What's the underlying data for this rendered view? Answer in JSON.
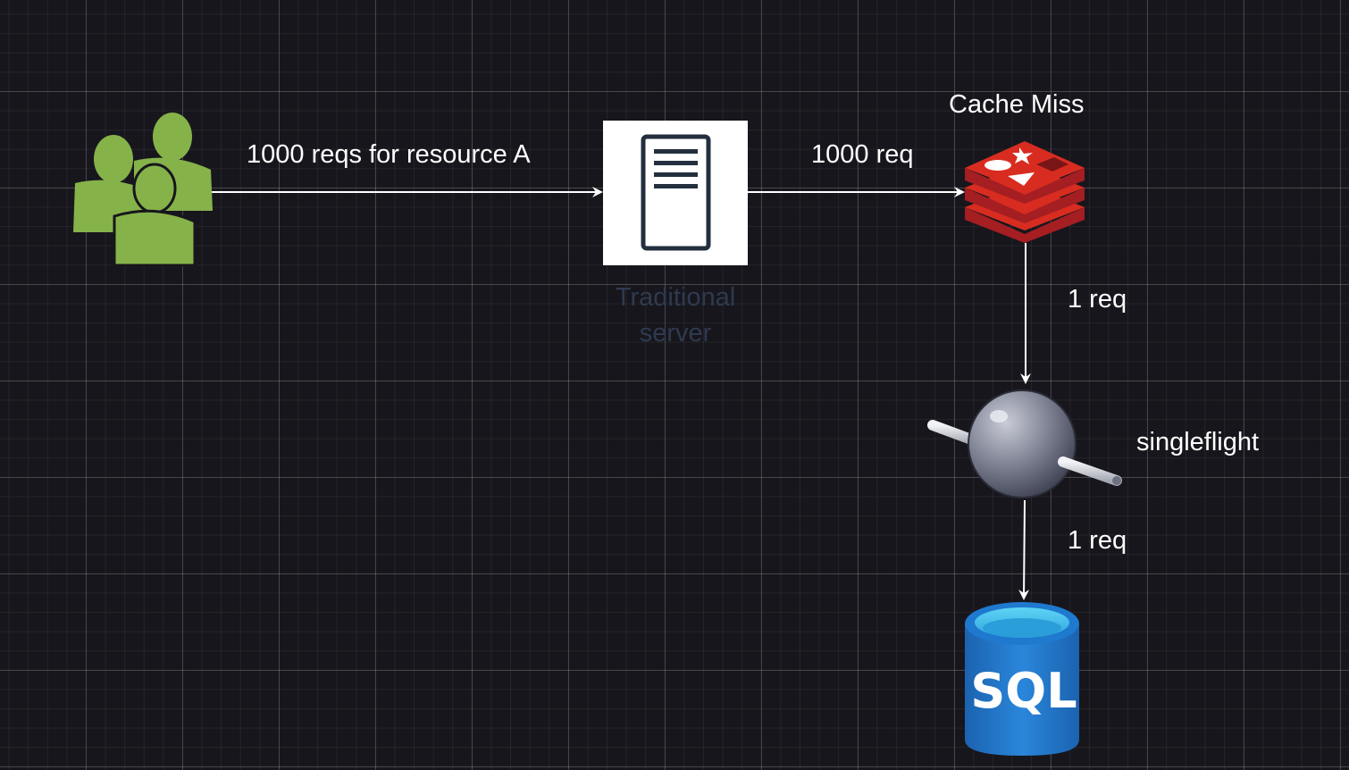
{
  "diagram": {
    "edge_labels": {
      "users_to_server": "1000 reqs for resource A",
      "server_to_cache": "1000 req",
      "cache_to_singleflight": "1 req",
      "singleflight_to_db": "1 req"
    },
    "nodes": {
      "users": {
        "icon": "users-group-icon"
      },
      "server": {
        "icon": "server-icon",
        "caption_line1": "Traditional",
        "caption_line2": "server"
      },
      "cache": {
        "icon": "redis-icon",
        "caption": "Cache Miss"
      },
      "singleflight": {
        "icon": "singleflight-sphere-icon",
        "caption": "singleflight"
      },
      "database": {
        "icon": "sql-database-icon",
        "text": "SQL"
      }
    },
    "colors": {
      "background": "#17161c",
      "users": "#86b24a",
      "redis": "#c63230",
      "sql": "#1a71c7",
      "arrow": "#ffffff"
    }
  }
}
